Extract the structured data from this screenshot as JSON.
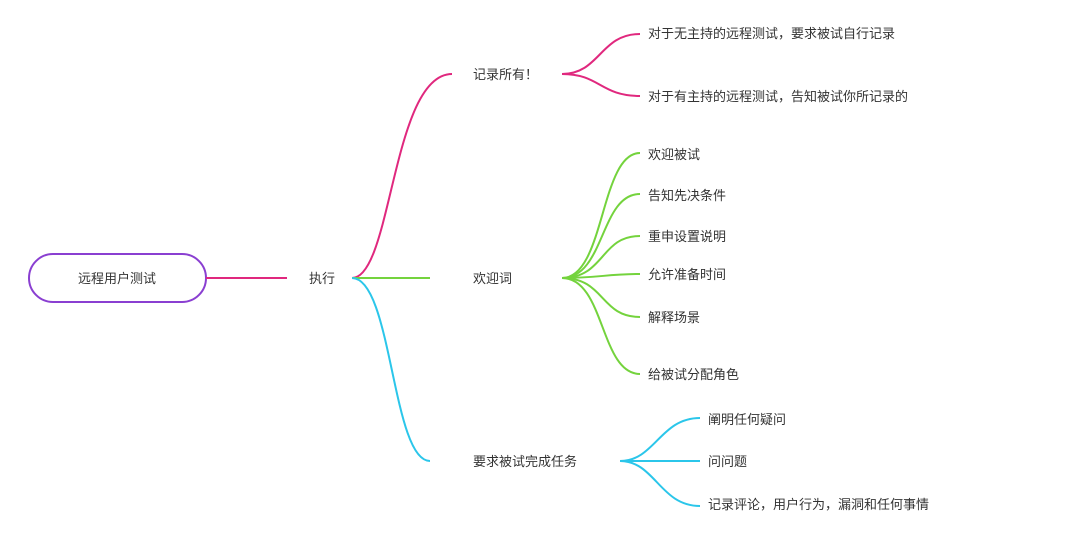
{
  "root": {
    "label": "远程用户测试",
    "color": "#8a3fd1"
  },
  "level1": {
    "label": "执行",
    "connector_color": "#e0287e"
  },
  "branches": [
    {
      "label": "记录所有！",
      "color": "#e0287e",
      "children": [
        "对于无主持的远程测试，要求被试自行记录",
        "对于有主持的远程测试，告知被试你所记录的"
      ]
    },
    {
      "label": "欢迎词",
      "color": "#74d33d",
      "children": [
        "欢迎被试",
        "告知先决条件",
        "重申设置说明",
        "允许准备时间",
        "解释场景",
        "给被试分配角色"
      ]
    },
    {
      "label": "要求被试完成任务",
      "color": "#2bc6ea",
      "children": [
        "阐明任何疑问",
        "问问题",
        "记录评论，用户行为，漏洞和任何事情"
      ]
    }
  ]
}
